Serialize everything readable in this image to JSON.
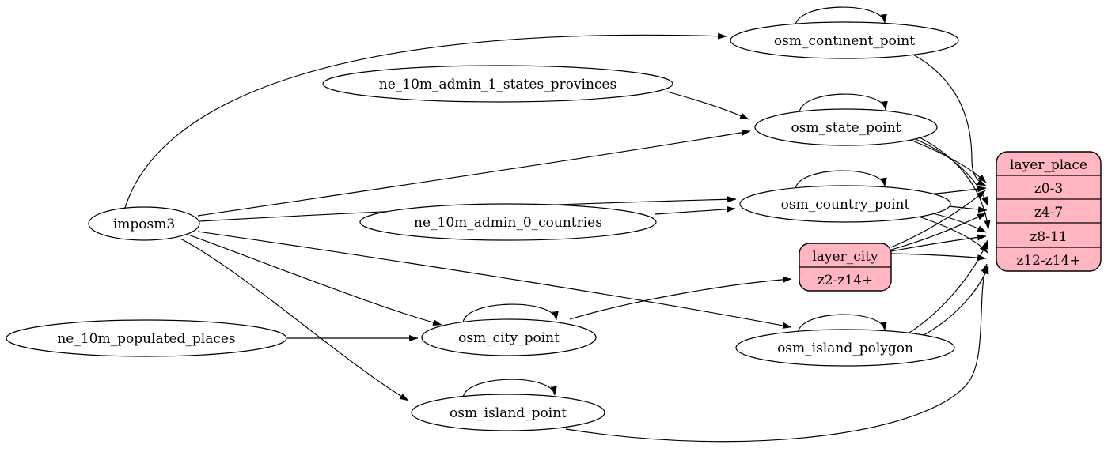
{
  "diagram": {
    "type": "etl-dataflow-graph",
    "colors": {
      "background": "#ffffff",
      "node_fill": "#ffffff",
      "record_fill": "#ffb6c1",
      "stroke": "#000000"
    },
    "nodes": {
      "imposm3": {
        "label": "imposm3"
      },
      "ne_10m_admin_1_states_provinces": {
        "label": "ne_10m_admin_1_states_provinces"
      },
      "ne_10m_admin_0_countries": {
        "label": "ne_10m_admin_0_countries"
      },
      "ne_10m_populated_places": {
        "label": "ne_10m_populated_places"
      },
      "osm_continent_point": {
        "label": "osm_continent_point"
      },
      "osm_state_point": {
        "label": "osm_state_point"
      },
      "osm_country_point": {
        "label": "osm_country_point"
      },
      "osm_city_point": {
        "label": "osm_city_point"
      },
      "osm_island_polygon": {
        "label": "osm_island_polygon"
      },
      "osm_island_point": {
        "label": "osm_island_point"
      }
    },
    "tables": {
      "layer_city": {
        "title": "layer_city",
        "rows": [
          "z2-z14+"
        ]
      },
      "layer_place": {
        "title": "layer_place",
        "rows": [
          "z0-3",
          "z4-7",
          "z8-11",
          "z12-z14+"
        ]
      }
    },
    "edges": [
      {
        "from": "imposm3",
        "to": "osm_continent_point"
      },
      {
        "from": "imposm3",
        "to": "osm_state_point"
      },
      {
        "from": "imposm3",
        "to": "osm_country_point"
      },
      {
        "from": "imposm3",
        "to": "osm_city_point"
      },
      {
        "from": "imposm3",
        "to": "osm_island_polygon"
      },
      {
        "from": "imposm3",
        "to": "osm_island_point"
      },
      {
        "from": "ne_10m_admin_1_states_provinces",
        "to": "osm_state_point"
      },
      {
        "from": "ne_10m_admin_0_countries",
        "to": "osm_country_point"
      },
      {
        "from": "ne_10m_populated_places",
        "to": "osm_city_point"
      },
      {
        "from": "osm_continent_point",
        "to": "osm_continent_point"
      },
      {
        "from": "osm_state_point",
        "to": "osm_state_point"
      },
      {
        "from": "osm_country_point",
        "to": "osm_country_point"
      },
      {
        "from": "osm_city_point",
        "to": "osm_city_point"
      },
      {
        "from": "osm_island_polygon",
        "to": "osm_island_polygon"
      },
      {
        "from": "osm_island_point",
        "to": "osm_island_point"
      },
      {
        "from": "osm_city_point",
        "to": "layer_city:z2-z14+"
      },
      {
        "from": "osm_continent_point",
        "to": "layer_place:z0-3"
      },
      {
        "from": "osm_state_point",
        "to": "layer_place:z0-3"
      },
      {
        "from": "osm_state_point",
        "to": "layer_place:z4-7"
      },
      {
        "from": "osm_state_point",
        "to": "layer_place:z8-11"
      },
      {
        "from": "osm_country_point",
        "to": "layer_place:z0-3"
      },
      {
        "from": "osm_country_point",
        "to": "layer_place:z4-7"
      },
      {
        "from": "osm_country_point",
        "to": "layer_place:z8-11"
      },
      {
        "from": "osm_country_point",
        "to": "layer_place:z12-z14+"
      },
      {
        "from": "layer_city",
        "to": "layer_place:z0-3"
      },
      {
        "from": "layer_city",
        "to": "layer_place:z4-7"
      },
      {
        "from": "layer_city",
        "to": "layer_place:z8-11"
      },
      {
        "from": "layer_city",
        "to": "layer_place:z12-z14+"
      },
      {
        "from": "osm_island_polygon",
        "to": "layer_place:z8-11"
      },
      {
        "from": "osm_island_polygon",
        "to": "layer_place:z12-z14+"
      },
      {
        "from": "osm_island_point",
        "to": "layer_place:z12-z14+"
      }
    ]
  }
}
